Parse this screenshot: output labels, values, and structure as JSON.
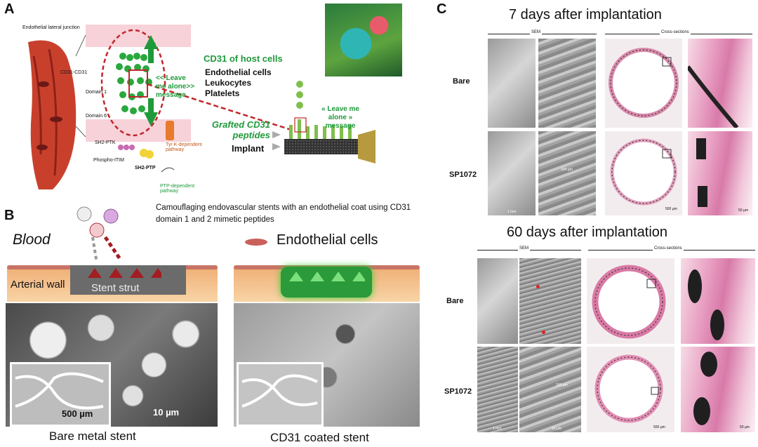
{
  "panelA": {
    "label": "A",
    "junction": "Endothelial lateral junction",
    "cd31": "CD31-CD31",
    "domain1": "Domain 1",
    "domain6": "Domain 6",
    "leaveMe": "<< Leave me alone>> message",
    "sh2ptk": "SH2-PTK",
    "phospho": "Phospho-ITIM",
    "sh2ptp": "SH2-PTP",
    "tyrk": "Tyr K-dependent pathway",
    "ptpDep": "PTP-dependent pathway",
    "hostTitle": "CD31 of host cells",
    "hostCells": [
      "Endothelial cells",
      "Leukocytes",
      "Platelets"
    ],
    "leaveMe2": "« Leave me alone » message",
    "grafted": "Grafted CD31 peptides",
    "implant": "Implant",
    "caption": "Camouflaging endovascular stents with an endothelial coat using CD31 domain 1 and 2 mimetic peptides"
  },
  "panelB": {
    "label": "B",
    "blood": "Blood",
    "endothelial": "Endothelial cells",
    "arterial": "Arterial wall",
    "strut": "Stent strut",
    "scale1": "500 µm",
    "scale2": "10 µm",
    "bare": "Bare metal stent",
    "coated": "CD31 coated stent"
  },
  "panelC": {
    "label": "C",
    "title7": "7 days after implantation",
    "title60": "60 days after implantation",
    "sem": "SEM",
    "cross": "Cross-sections",
    "bare": "Bare",
    "sp": "SP1072",
    "s1mm": "1 mm",
    "s100": "100 µm",
    "s500": "500 µm",
    "s50": "50 µm",
    "s10": "10 µm"
  },
  "colors": {
    "green": "#1f9a3b",
    "red": "#c0262c",
    "darkred": "#a31d22"
  }
}
